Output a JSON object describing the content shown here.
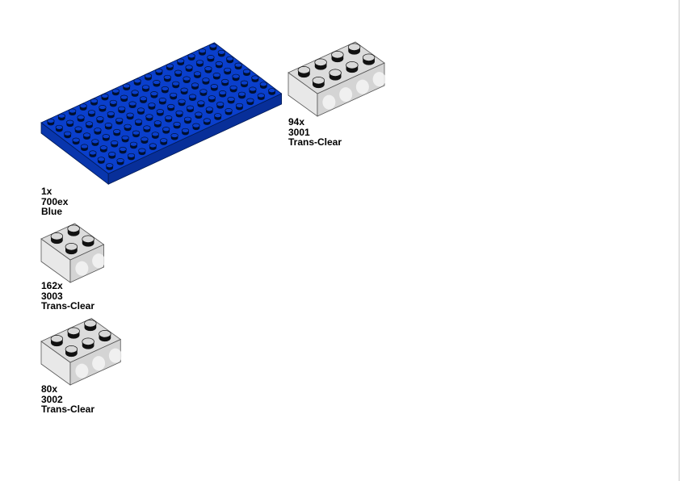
{
  "parts": [
    {
      "qty": "1x",
      "part": "700ex",
      "color": "Blue",
      "hex": "#0a3fcc",
      "studs_long": 16,
      "studs_short": 8
    },
    {
      "qty": "94x",
      "part": "3001",
      "color": "Trans-Clear",
      "hex": "#e6e6e6",
      "studs_long": 4,
      "studs_short": 2
    },
    {
      "qty": "162x",
      "part": "3003",
      "color": "Trans-Clear",
      "hex": "#e6e6e6",
      "studs_long": 2,
      "studs_short": 2
    },
    {
      "qty": "80x",
      "part": "3002",
      "color": "Trans-Clear",
      "hex": "#e6e6e6",
      "studs_long": 3,
      "studs_short": 2
    }
  ]
}
